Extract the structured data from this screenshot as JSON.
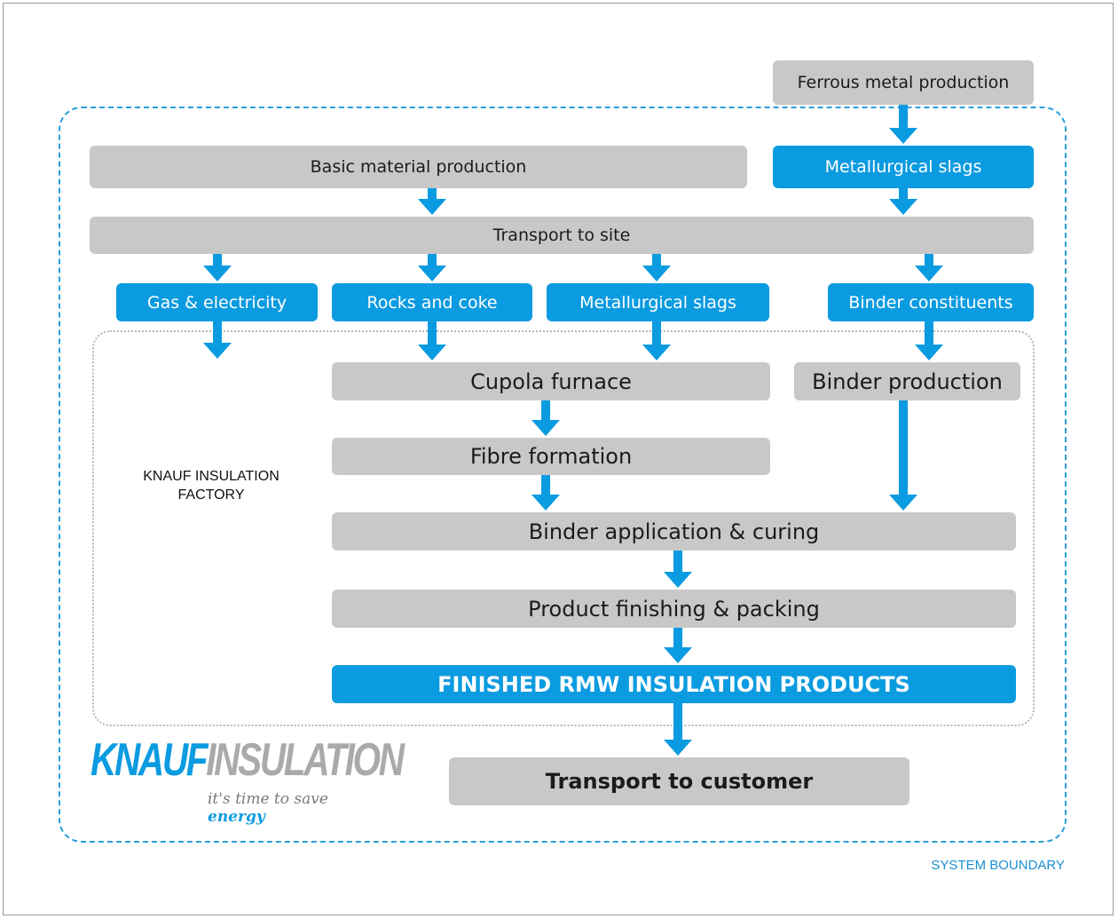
{
  "boxes": {
    "ferrous": "Ferrous metal production",
    "basic_material": "Basic material production",
    "slags_top": "Metallurgical slags",
    "transport_site": "Transport to site",
    "gas": "Gas & electricity",
    "rocks": "Rocks and coke",
    "slags_mid": "Metallurgical slags",
    "binder_constituents": "Binder constituents",
    "cupola": "Cupola furnace",
    "binder_production": "Binder production",
    "fibre": "Fibre formation",
    "binder_application": "Binder application & curing",
    "finishing": "Product finishing & packing",
    "finished": "FINISHED RMW INSULATION PRODUCTS",
    "transport_customer": "Transport to customer"
  },
  "labels": {
    "factory_line1": "KNAUF INSULATION",
    "factory_line2": "FACTORY",
    "system_boundary": "SYSTEM BOUNDARY"
  },
  "logo": {
    "brand_part1": "KNAUF",
    "brand_part2": "INSULATION",
    "tagline_part1": "it's time to save ",
    "tagline_part2": "energy"
  },
  "colors": {
    "accent_blue": "#0b9be0",
    "box_grey": "#c8c8c8",
    "boundary_blue": "#2a9fdc"
  }
}
